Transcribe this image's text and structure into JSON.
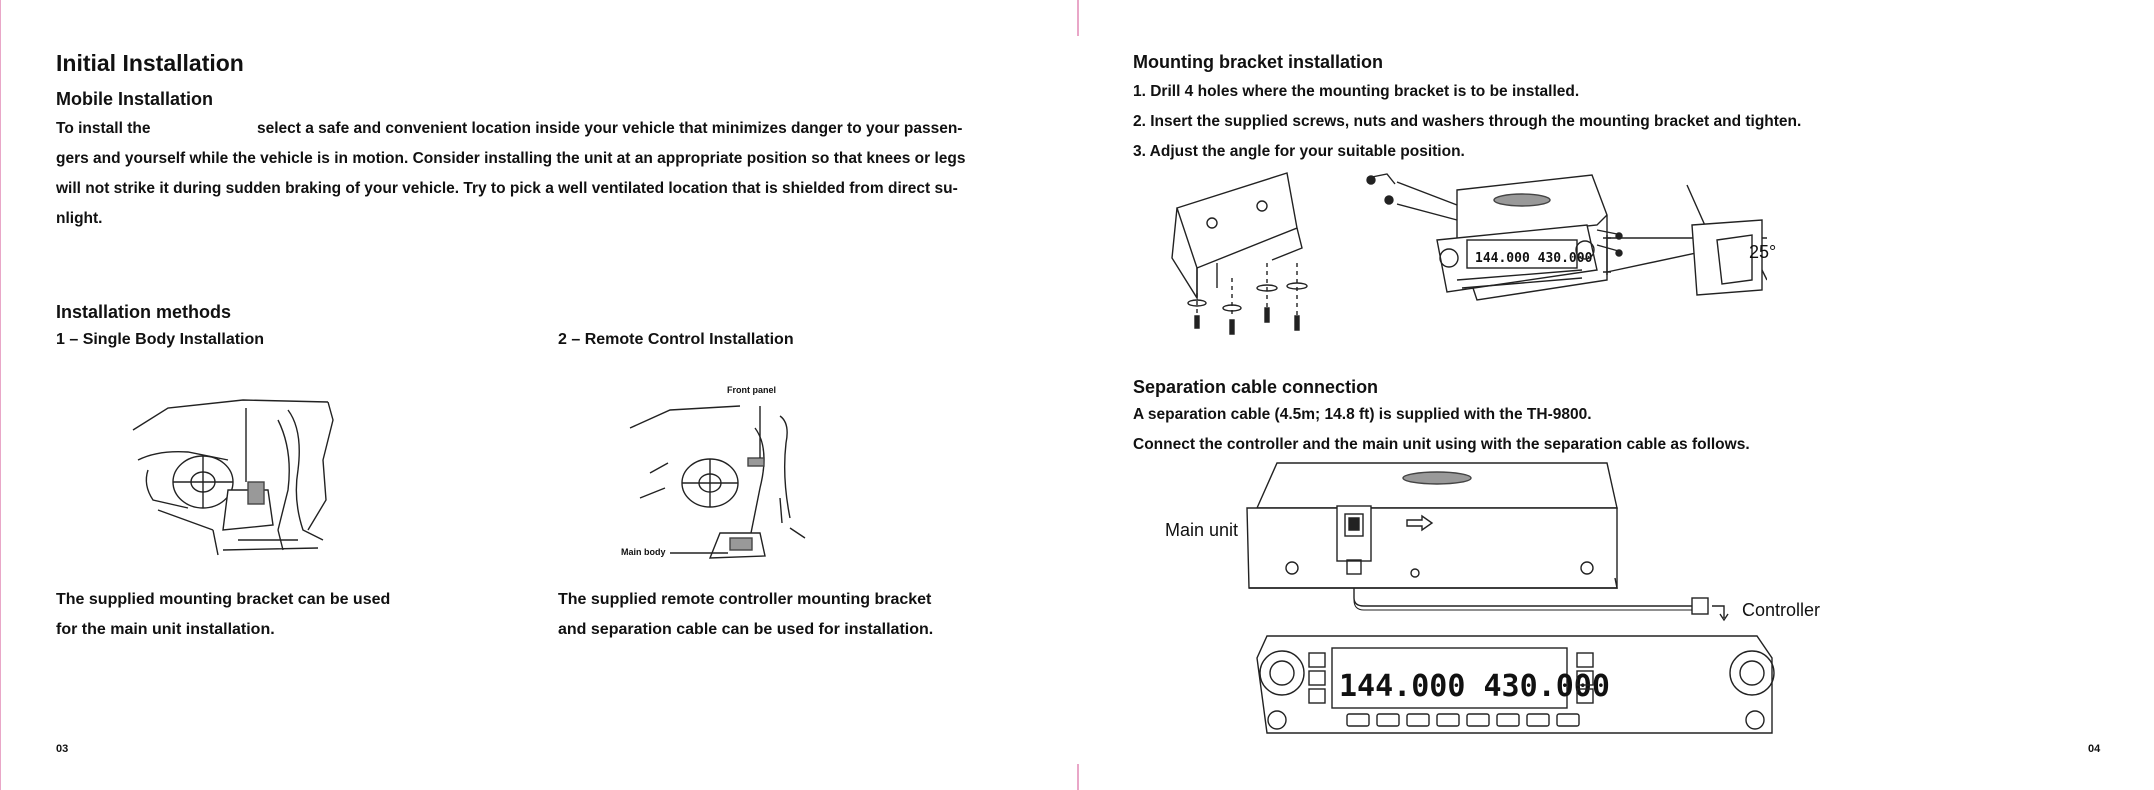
{
  "left_page": {
    "title": "Initial Installation",
    "mobile_heading": "Mobile Installation",
    "intro_start": "To install the",
    "intro_rest": "select a safe and convenient location inside your vehicle that minimizes danger to your passen-",
    "intro_lines": [
      "gers and yourself while the vehicle is in motion. Consider installing the unit at an appropriate position so that knees or legs",
      "will not strike it during sudden braking of your vehicle. Try to pick a well ventilated location that is shielded from direct su-",
      "nlight."
    ],
    "methods_heading": "Installation methods",
    "method1_title": "1 – Single Body Installation",
    "method2_title": "2 – Remote Control Installation",
    "label_front_panel": "Front panel",
    "label_main_body": "Main body",
    "caption1_lines": [
      "The supplied mounting bracket can be used",
      "for the main unit installation."
    ],
    "caption2_lines": [
      "The supplied remote controller mounting bracket",
      "and separation cable can be used for installation."
    ],
    "page_number": "03"
  },
  "right_page": {
    "mounting_heading": "Mounting bracket installation",
    "steps": [
      "1. Drill 4 holes where the mounting bracket is to be installed.",
      "2. Insert the supplied screws, nuts and washers through the mounting bracket and tighten.",
      "3. Adjust the angle for your suitable position."
    ],
    "angle_label": "25°",
    "separation_heading": "Separation cable connection",
    "sep_lines": [
      "A separation cable (4.5m; 14.8 ft) is supplied with the TH-9800.",
      "Connect the controller and the main unit using with the separation cable as follows."
    ],
    "label_main_unit": "Main unit",
    "label_controller": "Controller",
    "display_left": "144.000",
    "display_right": "430.000",
    "page_number": "04"
  }
}
